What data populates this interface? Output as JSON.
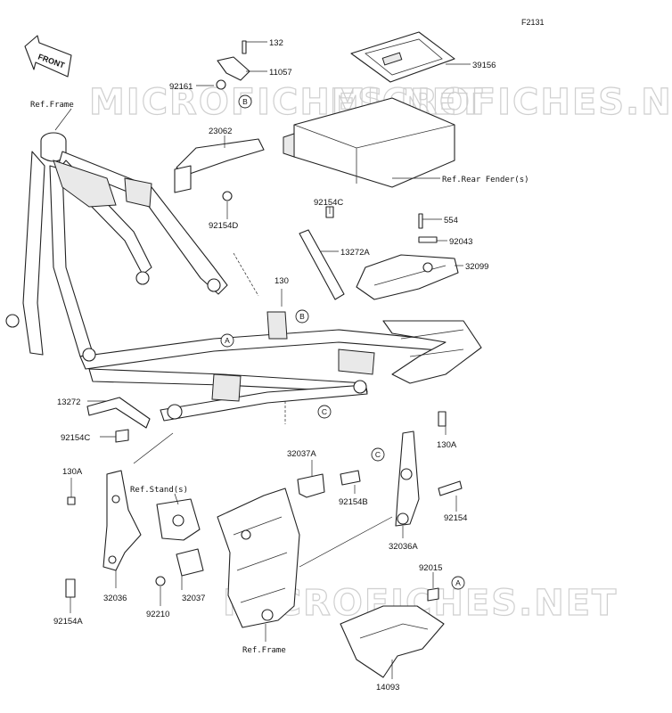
{
  "figure_code": "F2131",
  "front_arrow": "FRONT",
  "watermark": "MICROFICHES.NET",
  "parts": [
    {
      "id": "p132",
      "label": "132"
    },
    {
      "id": "p11057",
      "label": "11057"
    },
    {
      "id": "p92161",
      "label": "92161"
    },
    {
      "id": "p39156",
      "label": "39156"
    },
    {
      "id": "p23062",
      "label": "23062"
    },
    {
      "id": "p92154D",
      "label": "92154D"
    },
    {
      "id": "p92154C_top",
      "label": "92154C"
    },
    {
      "id": "p554",
      "label": "554"
    },
    {
      "id": "p92043",
      "label": "92043"
    },
    {
      "id": "p13272A",
      "label": "13272A"
    },
    {
      "id": "p32099",
      "label": "32099"
    },
    {
      "id": "p130",
      "label": "130"
    },
    {
      "id": "p13272",
      "label": "13272"
    },
    {
      "id": "p92154C_left",
      "label": "92154C"
    },
    {
      "id": "p130A_right",
      "label": "130A"
    },
    {
      "id": "p32037A",
      "label": "32037A"
    },
    {
      "id": "p130A_left",
      "label": "130A"
    },
    {
      "id": "p92154B",
      "label": "92154B"
    },
    {
      "id": "p92154",
      "label": "92154"
    },
    {
      "id": "p32036A",
      "label": "32036A"
    },
    {
      "id": "p92015",
      "label": "92015"
    },
    {
      "id": "p32036",
      "label": "32036"
    },
    {
      "id": "p32037",
      "label": "32037"
    },
    {
      "id": "p92210",
      "label": "92210"
    },
    {
      "id": "p92154A",
      "label": "92154A"
    },
    {
      "id": "p14093",
      "label": "14093"
    }
  ],
  "refs": {
    "frame_top": "Ref.Frame",
    "rear_fender": "Ref.Rear Fender(s)",
    "stand": "Ref.Stand(s)",
    "frame_bottom": "Ref.Frame"
  },
  "callouts": {
    "A": "A",
    "B": "B",
    "C": "C"
  }
}
